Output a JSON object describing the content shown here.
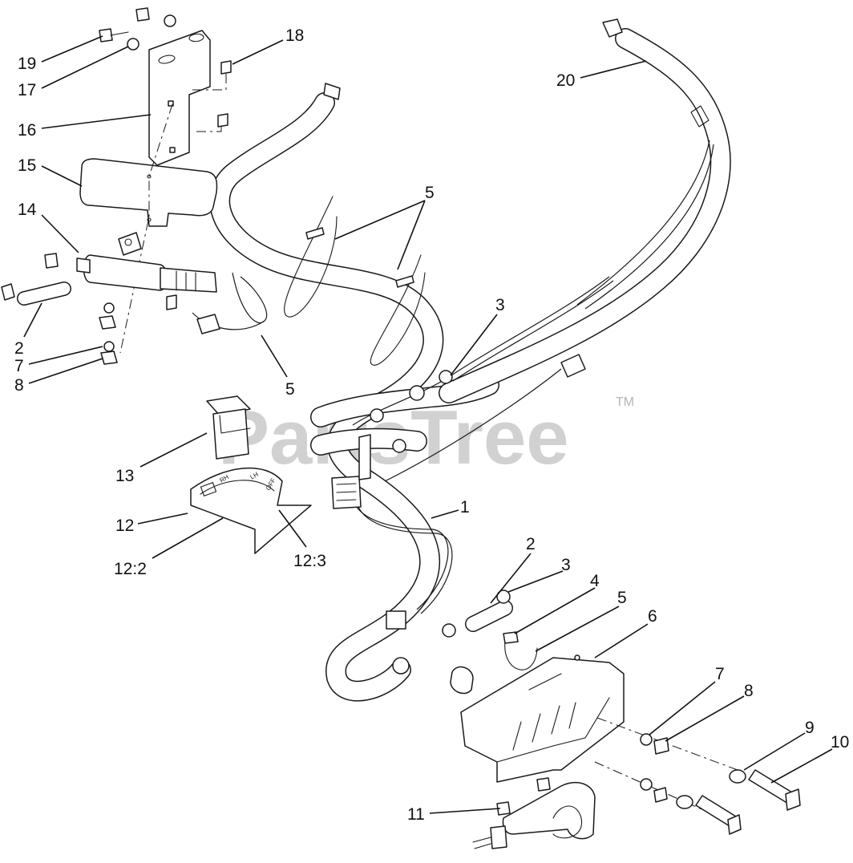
{
  "watermark": {
    "text": "PartsTree",
    "trademark": "TM"
  },
  "decal": {
    "text_rh": "RH",
    "text_lh": "LH",
    "text_off": "OFF"
  },
  "callouts": [
    {
      "id": "c19",
      "label": "19"
    },
    {
      "id": "c17",
      "label": "17"
    },
    {
      "id": "c18",
      "label": "18"
    },
    {
      "id": "c16",
      "label": "16"
    },
    {
      "id": "c15",
      "label": "15"
    },
    {
      "id": "c14",
      "label": "14"
    },
    {
      "id": "c2a",
      "label": "2"
    },
    {
      "id": "c7a",
      "label": "7"
    },
    {
      "id": "c8a",
      "label": "8"
    },
    {
      "id": "c5a",
      "label": "5"
    },
    {
      "id": "c5b",
      "label": "5"
    },
    {
      "id": "c3a",
      "label": "3"
    },
    {
      "id": "c20",
      "label": "20"
    },
    {
      "id": "c13",
      "label": "13"
    },
    {
      "id": "c12",
      "label": "12"
    },
    {
      "id": "c12_2",
      "label": "12:2"
    },
    {
      "id": "c12_3",
      "label": "12:3"
    },
    {
      "id": "c1",
      "label": "1"
    },
    {
      "id": "c2b",
      "label": "2"
    },
    {
      "id": "c3b",
      "label": "3"
    },
    {
      "id": "c4",
      "label": "4"
    },
    {
      "id": "c5c",
      "label": "5"
    },
    {
      "id": "c6",
      "label": "6"
    },
    {
      "id": "c7b",
      "label": "7"
    },
    {
      "id": "c8b",
      "label": "8"
    },
    {
      "id": "c9",
      "label": "9"
    },
    {
      "id": "c10",
      "label": "10"
    },
    {
      "id": "c11",
      "label": "11"
    }
  ]
}
